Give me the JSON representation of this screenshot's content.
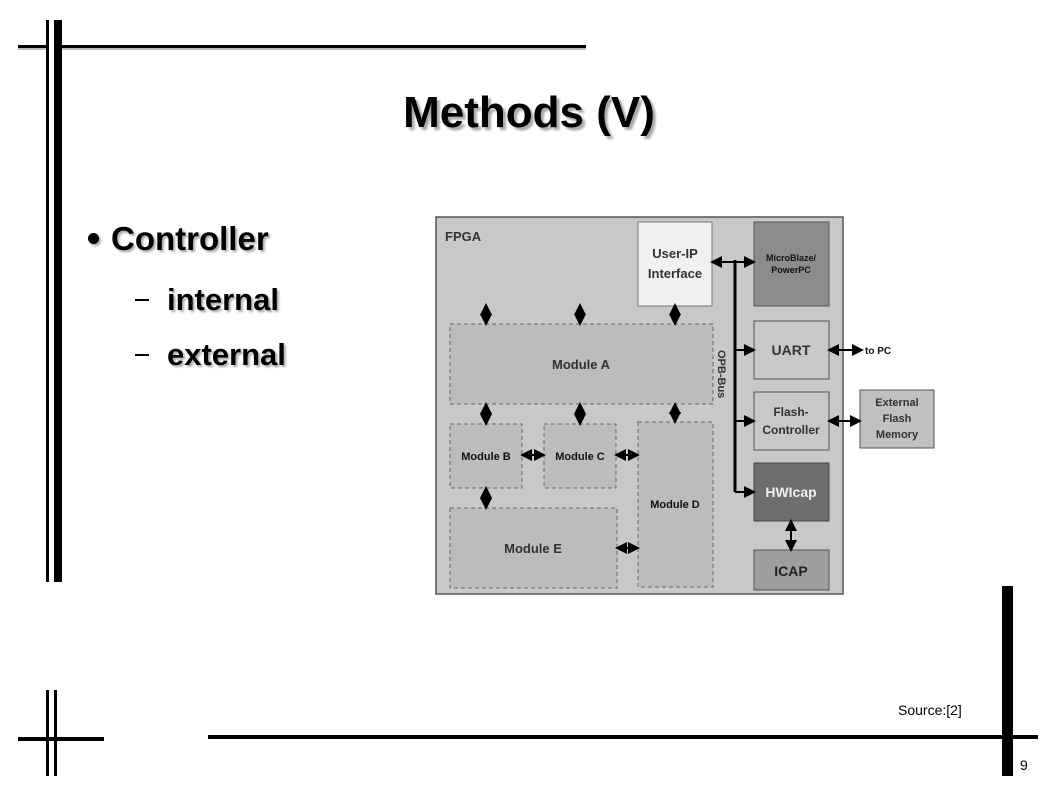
{
  "slide": {
    "title": "Methods (V)",
    "bullets": [
      {
        "text": "Controller",
        "level": 1
      },
      {
        "text": "internal",
        "level": 2
      },
      {
        "text": "external",
        "level": 2
      }
    ],
    "source": "Source:[2]",
    "page_number": "9"
  },
  "diagram": {
    "fpga_label": "FPGA",
    "bus_label": "OPB-Bus",
    "user_ip": [
      "User-IP",
      "Interface"
    ],
    "microblaze": [
      "MicroBlaze/",
      "PowerPC"
    ],
    "uart": "UART",
    "to_pc": "to PC",
    "flash_controller": [
      "Flash-",
      "Controller"
    ],
    "external_flash": [
      "External",
      "Flash",
      "Memory"
    ],
    "hwicap": "HWIcap",
    "icap": "ICAP",
    "module_a": "Module A",
    "module_b": "Module B",
    "module_c": "Module C",
    "module_d": "Module D",
    "module_e": "Module E",
    "colors": {
      "fpga_bg": "#c8c8c8",
      "user_ip_bg": "#f0f0f0",
      "microblaze_bg": "#8c8c8c",
      "hwicap_bg": "#6e6e6e",
      "block_bg": "#bcbcbc"
    }
  }
}
